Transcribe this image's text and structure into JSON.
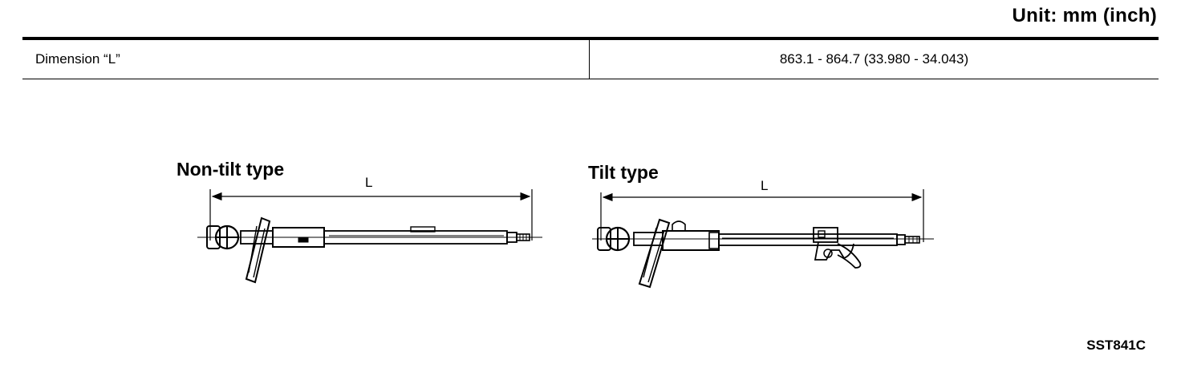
{
  "unit_label": "Unit: mm (inch)",
  "spec": {
    "label": "Dimension “L”",
    "value": "863.1 - 864.7 (33.980 - 34.043)"
  },
  "figures": [
    {
      "title": "Non-tilt type",
      "dimension_label": "L"
    },
    {
      "title": "Tilt type",
      "dimension_label": "L"
    }
  ],
  "figure_code": "SST841C"
}
